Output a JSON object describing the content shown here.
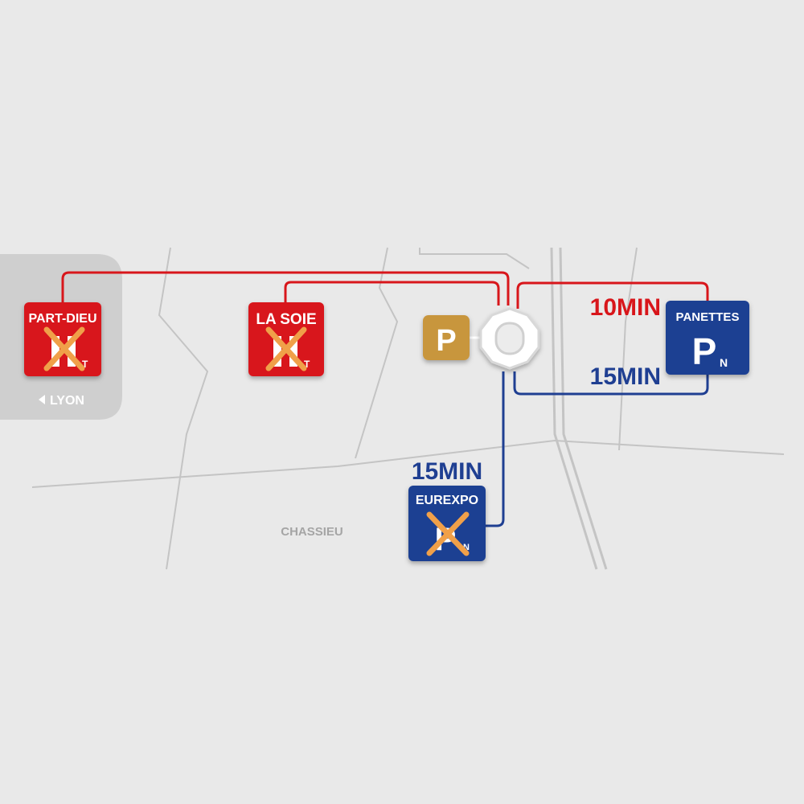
{
  "map": {
    "area_labels": {
      "lyon": "LYON",
      "chassieu": "CHASSIEU"
    },
    "stations": {
      "part_dieu": {
        "name": "PART-DIEU",
        "status": "unavailable",
        "color": "#d8161b"
      },
      "la_soie": {
        "name": "LA SOIE",
        "status": "unavailable",
        "color": "#d8161b"
      },
      "panettes": {
        "name": "PANETTES",
        "status": "available",
        "color": "#1f3f92",
        "symbol_main": "P",
        "symbol_sub": "N"
      },
      "eurexpo": {
        "name": "EUREXPO",
        "status": "unavailable",
        "color": "#1f3f92"
      },
      "stadium_parking": {
        "symbol": "P",
        "color": "#c8963e"
      }
    },
    "route_times": {
      "panettes_red": "10MIN",
      "panettes_blue": "15MIN",
      "eurexpo_blue": "15MIN"
    },
    "colors": {
      "red_route": "#d8161b",
      "blue_route": "#1f3f92",
      "cross": "#f0a04a",
      "road": "#c4c4c4",
      "background": "#e9e9e9"
    }
  }
}
